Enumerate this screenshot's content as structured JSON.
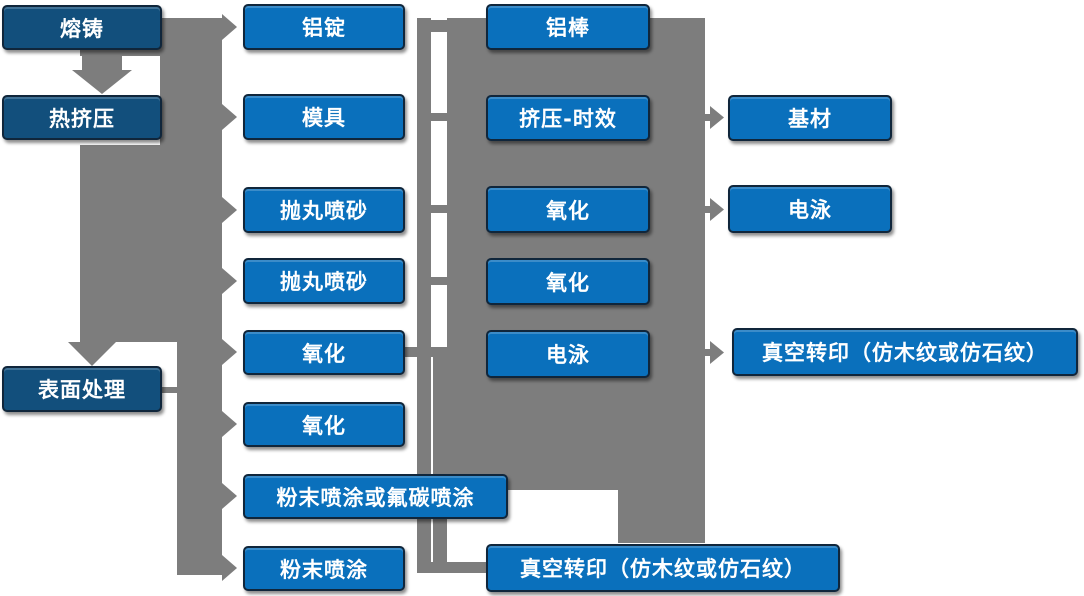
{
  "diagram": {
    "type": "flowchart",
    "columns": [
      {
        "name": "process-stages",
        "items": [
          {
            "label": "熔铸"
          },
          {
            "label": "热挤压"
          },
          {
            "label": "表面处理"
          }
        ]
      },
      {
        "name": "stage-outputs",
        "items": [
          {
            "label": "铝锭"
          },
          {
            "label": "模具"
          },
          {
            "label": "抛丸喷砂"
          },
          {
            "label": "抛丸喷砂"
          },
          {
            "label": "氧化"
          },
          {
            "label": "氧化"
          },
          {
            "label": "粉末喷涂或氟碳喷涂"
          },
          {
            "label": "粉末喷涂"
          }
        ]
      },
      {
        "name": "extrusion-line",
        "items": [
          {
            "label": "铝棒"
          },
          {
            "label": "挤压-时效"
          },
          {
            "label": "氧化"
          },
          {
            "label": "氧化"
          },
          {
            "label": "电泳"
          },
          {
            "label": "真空转印（仿木纹或仿石纹）"
          }
        ]
      },
      {
        "name": "final-products",
        "items": [
          {
            "label": "基材"
          },
          {
            "label": "电泳"
          },
          {
            "label": "真空转印（仿木纹或仿石纹）"
          }
        ]
      }
    ],
    "colors": {
      "stage_box": "#124F7C",
      "process_box": "#0A70BC",
      "connector_gray": "#7D7D7D",
      "text": "#FFFFFF",
      "box_outline": "#10263B",
      "background": "#FFFFFF"
    }
  }
}
